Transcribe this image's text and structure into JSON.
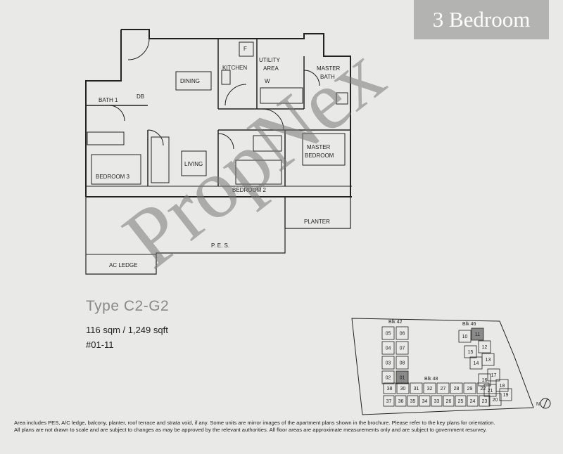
{
  "title": "3 Bedroom",
  "rooms": {
    "dining": "DINING",
    "kitchen": "KITCHEN",
    "utility_line1": "UTILITY",
    "utility_line2": "AREA",
    "master_bath_line1": "MASTER",
    "master_bath_line2": "BATH",
    "bath1": "BATH 1",
    "db": "DB",
    "living": "LIVING",
    "bedroom3": "BEDROOM 3",
    "bedroom2": "BEDROOM 2",
    "master_bedroom_line1": "MASTER",
    "master_bedroom_line2": "BEDROOM",
    "planter": "PLANTER",
    "pes": "P. E. S.",
    "ac_ledge": "AC LEDGE",
    "fridge": "F",
    "washer": "W"
  },
  "unit_info": {
    "type": "Type C2-G2",
    "area": "116 sqm / 1,249 sqft",
    "unit_no": "#01-11"
  },
  "watermark": "PropNex",
  "key_plan": {
    "blocks": [
      "Blk 42",
      "Blk 46",
      "Blk 48"
    ],
    "units_blk42": [
      "05",
      "06",
      "04",
      "07",
      "03",
      "08",
      "02",
      "01"
    ],
    "units_blk46": [
      "10",
      "11",
      "12",
      "15",
      "13",
      "14",
      "17",
      "16",
      "18",
      "21",
      "19",
      "20"
    ],
    "units_blk48_top": [
      "38",
      "30",
      "31",
      "32",
      "27",
      "28",
      "29",
      "22"
    ],
    "units_blk48_bottom": [
      "37",
      "36",
      "35",
      "34",
      "33",
      "26",
      "25",
      "24",
      "23"
    ],
    "highlighted_units": [
      "01",
      "11"
    ],
    "north_label": "N",
    "highlight_color": "#8a8a8a"
  },
  "footnote": {
    "line1": "Area includes PES, A/C ledge, balcony, planter, roof terrace and strata void, if any. Some units are mirror images of the apartment plans shown in the brochure. Please refer to the key plans for orientation.",
    "line2": "All plans are not drawn to scale and are subject to changes as may be approved by the relevant authorities. All floor areas are approximate measurements only and are subject to government resurvey."
  }
}
